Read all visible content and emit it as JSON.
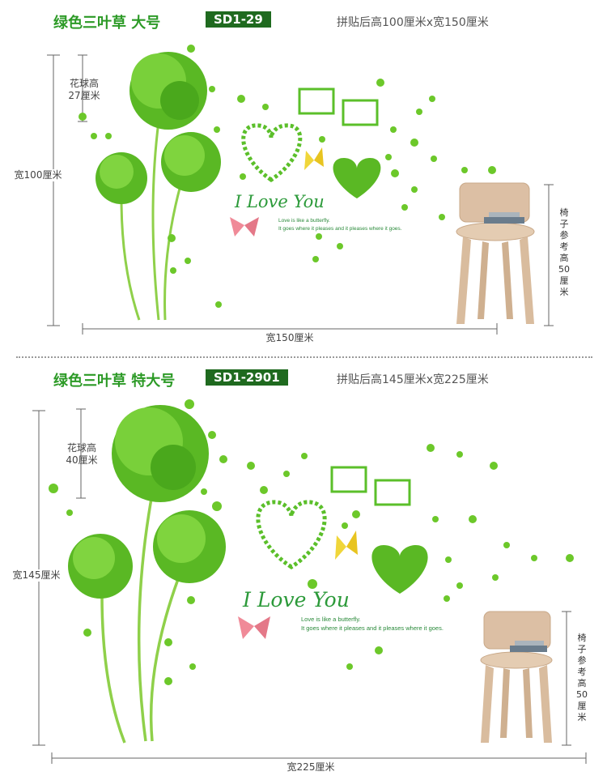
{
  "panels": [
    {
      "title": "绿色三叶草  大号",
      "code": "SD1-29",
      "dims": "拼贴后高100厘米x宽150厘米",
      "height_label": "宽100厘米",
      "width_label": "宽150厘米",
      "flower_label_1": "花球高",
      "flower_label_2": "27厘米",
      "chair_label": "椅子参考高50厘米"
    },
    {
      "title": "绿色三叶草  特大号",
      "code": "SD1-2901",
      "dims": "拼贴后高145厘米x宽225厘米",
      "height_label": "宽145厘米",
      "width_label": "宽225厘米",
      "flower_label_1": "花球高",
      "flower_label_2": "40厘米",
      "chair_label": "椅子参考高50厘米"
    }
  ],
  "artwork": {
    "script_text": "I Love You",
    "line1": "Love is like a butterfly.",
    "line2": "It goes where it pleases and it pleases where it goes."
  },
  "colors": {
    "green": "#2c9a26",
    "badge": "#1f6a1f",
    "leaf": "#6cc82a",
    "stem": "#8fd04a",
    "frame": "#5bbf2a"
  }
}
